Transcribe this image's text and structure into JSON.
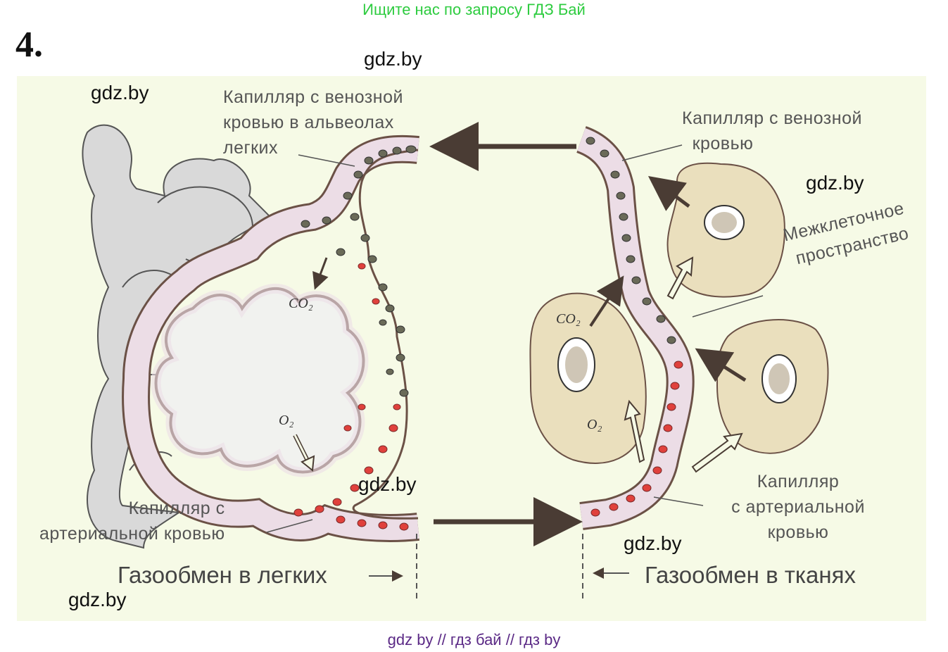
{
  "banner": "Ищите нас по запросу ГДЗ Бай",
  "task_number": "4.",
  "watermark": "gdz.by",
  "labels": {
    "lung_venous_capillary": [
      "Капилляр с венозной",
      "кровью в альвеолах",
      "легких"
    ],
    "tissue_venous_capillary": [
      "Капилляр с венозной",
      "кровью"
    ],
    "intercellular_space": [
      "Межклеточное",
      "пространство"
    ],
    "lung_arterial_capillary": [
      "Капилляр с",
      "артериальной кровью"
    ],
    "tissue_arterial_capillary": [
      "Капилляр",
      "с артериальной",
      "кровью"
    ],
    "co2": "CO₂",
    "o2": "O₂"
  },
  "captions": {
    "lungs": "Газообмен в легких",
    "tissues": "Газообмен в тканях"
  },
  "colors": {
    "background": "#f6fae6",
    "alveolus_gray": "#d9d9d9",
    "capillary_wall": "#6b5146",
    "capillary_lumen": "#ecdde6",
    "red_cell": "#e0413c",
    "venous_cell": "#6a6a58",
    "tissue_cell": "#eadfbd"
  },
  "footer": "gdz by  //  гдз бай  //  гдз by"
}
